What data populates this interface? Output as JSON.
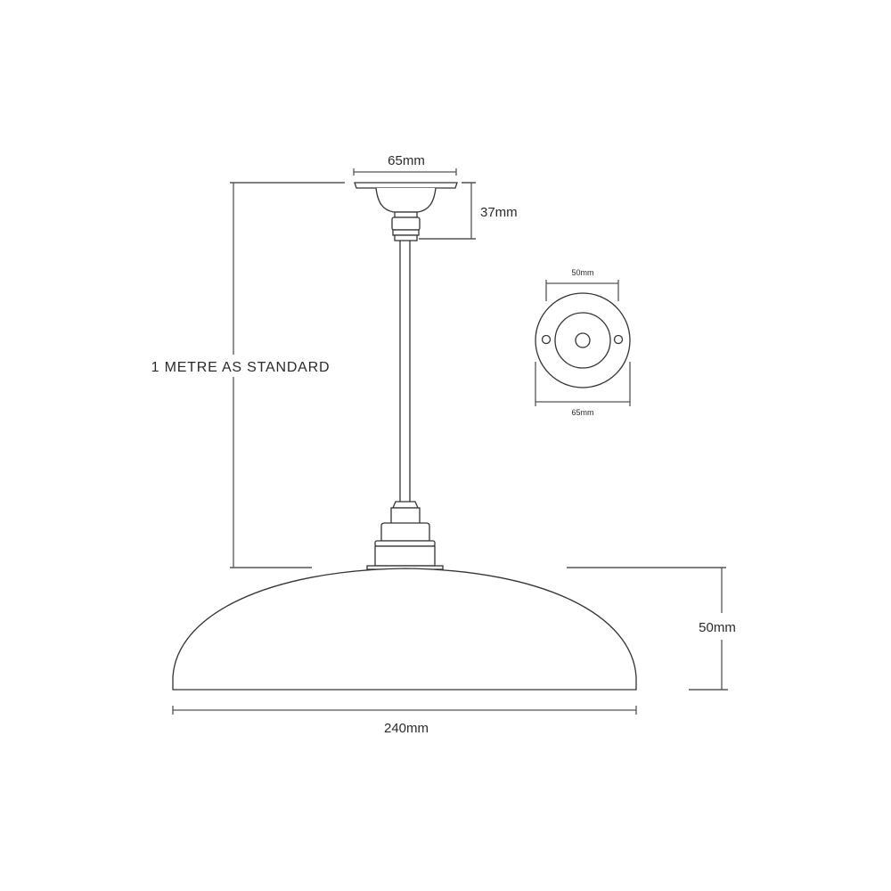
{
  "diagram": {
    "type": "technical-dimension-drawing",
    "subject": "pendant light with shallow dome shade",
    "line_color": "#333333",
    "text_color": "#2a2a2a",
    "labels": {
      "ceiling_rose_width": "65mm",
      "ceiling_rose_height": "37mm",
      "drop_length": "1 METRE AS STANDARD",
      "shade_height": "50mm",
      "shade_width": "240mm",
      "plan_inner_diameter": "50mm",
      "plan_outer_diameter": "65mm"
    },
    "parts": [
      "ceiling-rose",
      "cord-grip",
      "suspension-rod",
      "lamp-holder",
      "dome-shade",
      "ceiling-rose-plan-view"
    ]
  }
}
